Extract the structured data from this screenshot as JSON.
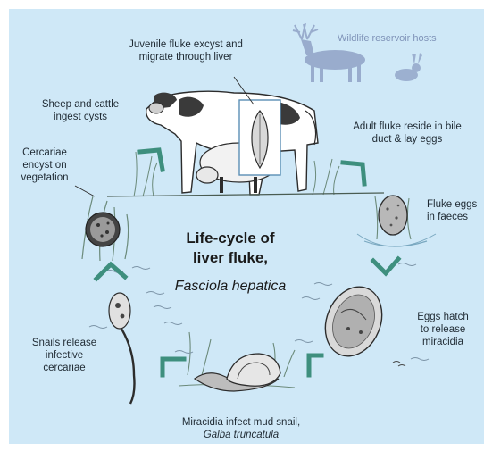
{
  "diagram": {
    "title_line1": "Life-cycle of",
    "title_line2": "liver fluke,",
    "scientific_name": "Fasciola hepatica",
    "wildlife_label": "Wildlife reservoir hosts",
    "stages": {
      "juvenile_line1": "Juvenile fluke excyst and",
      "juvenile_line2": "migrate through liver",
      "sheep_line1": "Sheep and cattle",
      "sheep_line2": "ingest cysts",
      "adult_line1": "Adult fluke reside in bile",
      "adult_line2": "duct & lay eggs",
      "eggs_faeces_line1": "Fluke eggs",
      "eggs_faeces_line2": "in faeces",
      "cercariae_line1": "Cercariae",
      "cercariae_line2": "encyst on",
      "cercariae_line3": "vegetation",
      "hatch_line1": "Eggs hatch",
      "hatch_line2": "to release",
      "hatch_line3": "miracidia",
      "snails_line1": "Snails release",
      "snails_line2": "infective",
      "snails_line3": "cercariae",
      "miracidia_line1": "Miracidia infect mud snail,",
      "miracidia_line2": "Galba truncatula"
    },
    "colors": {
      "background": "#cfe8f7",
      "arrow": "#3e8f7e",
      "silhouette": "#7f93b8"
    }
  }
}
